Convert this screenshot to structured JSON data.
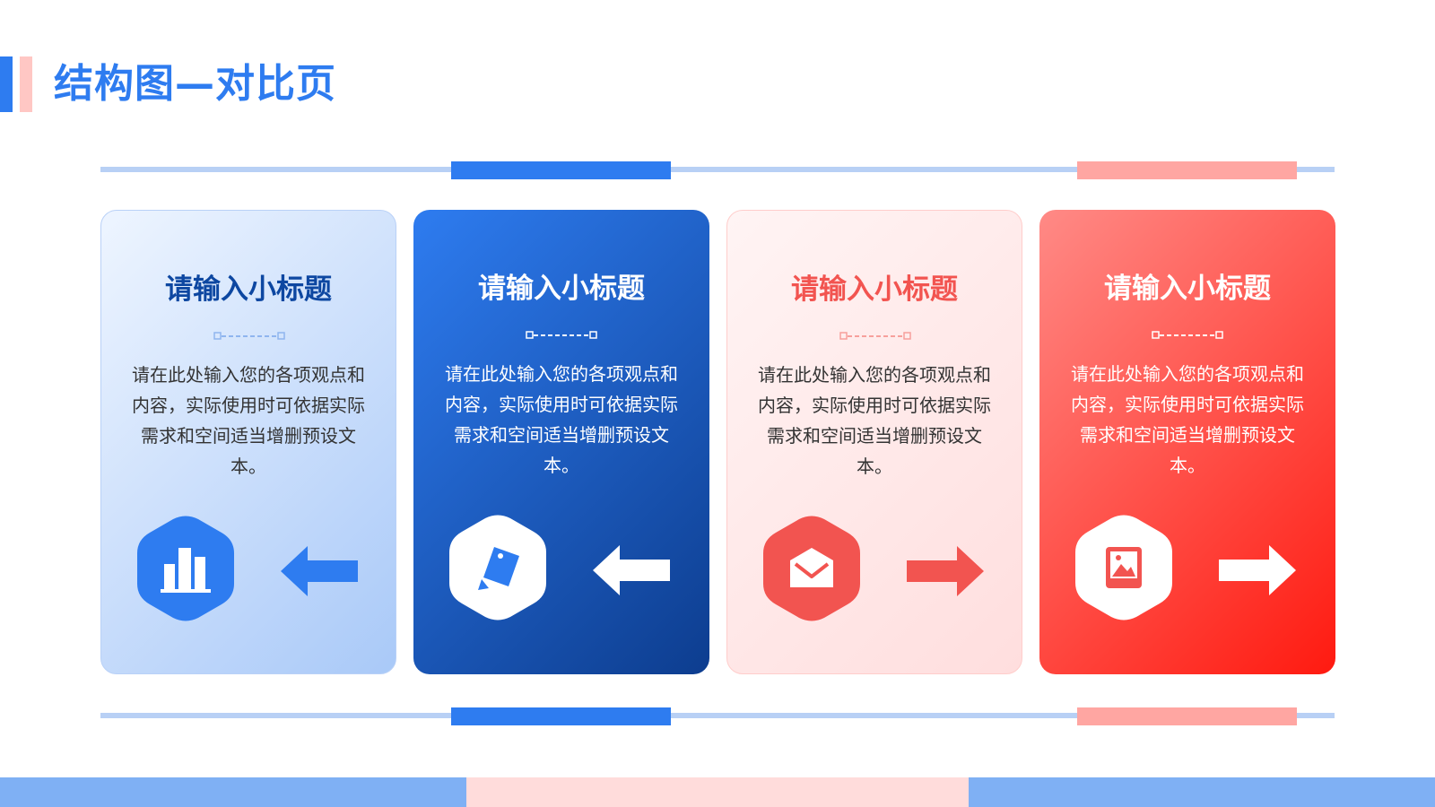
{
  "page": {
    "title": "结构图—对比页"
  },
  "colors": {
    "blue": "#2e7cf0",
    "dark_blue": "#0d47a1",
    "pink": "#ffa6a2",
    "red": "#f25450",
    "light_blue": "#b8d0f5"
  },
  "cards": [
    {
      "title": "请输入小标题",
      "body": "请在此处输入您的各项观点和内容，实际使用时可依据实际需求和空间适当增删预设文本。",
      "icon": "building-icon",
      "arrow": "arrow-left-icon"
    },
    {
      "title": "请输入小标题",
      "body": "请在此处输入您的各项观点和内容，实际使用时可依据实际需求和空间适当增删预设文本。",
      "icon": "tag-icon",
      "arrow": "arrow-left-icon"
    },
    {
      "title": "请输入小标题",
      "body": "请在此处输入您的各项观点和内容，实际使用时可依据实际需求和空间适当增删预设文本。",
      "icon": "mail-icon",
      "arrow": "arrow-right-icon"
    },
    {
      "title": "请输入小标题",
      "body": "请在此处输入您的各项观点和内容，实际使用时可依据实际需求和空间适当增删预设文本。",
      "icon": "image-icon",
      "arrow": "arrow-right-icon"
    }
  ]
}
